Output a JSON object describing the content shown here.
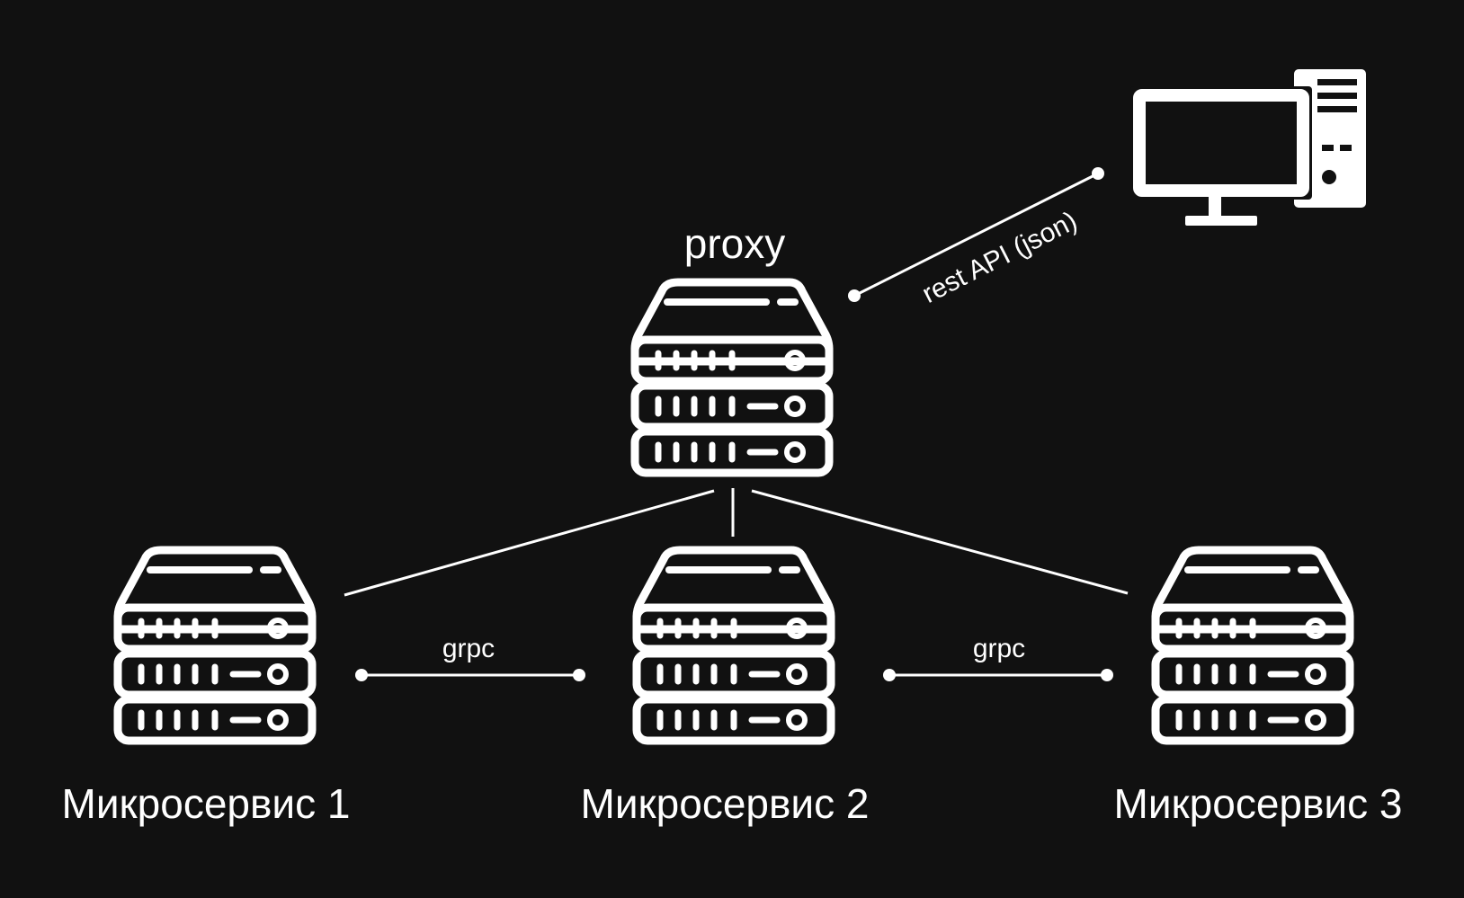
{
  "nodes": {
    "proxy": {
      "label": "proxy"
    },
    "ms1": {
      "label": "Микросервис 1"
    },
    "ms2": {
      "label": "Микросервис 2"
    },
    "ms3": {
      "label": "Микросервис 3"
    },
    "client": {
      "icon": "desktop-computer-icon"
    }
  },
  "edges": {
    "rest": {
      "label": "rest API (json)"
    },
    "grpc_left": {
      "label": "grpc"
    },
    "grpc_right": {
      "label": "grpc"
    }
  },
  "colors": {
    "background": "#111111",
    "foreground": "#ffffff"
  }
}
